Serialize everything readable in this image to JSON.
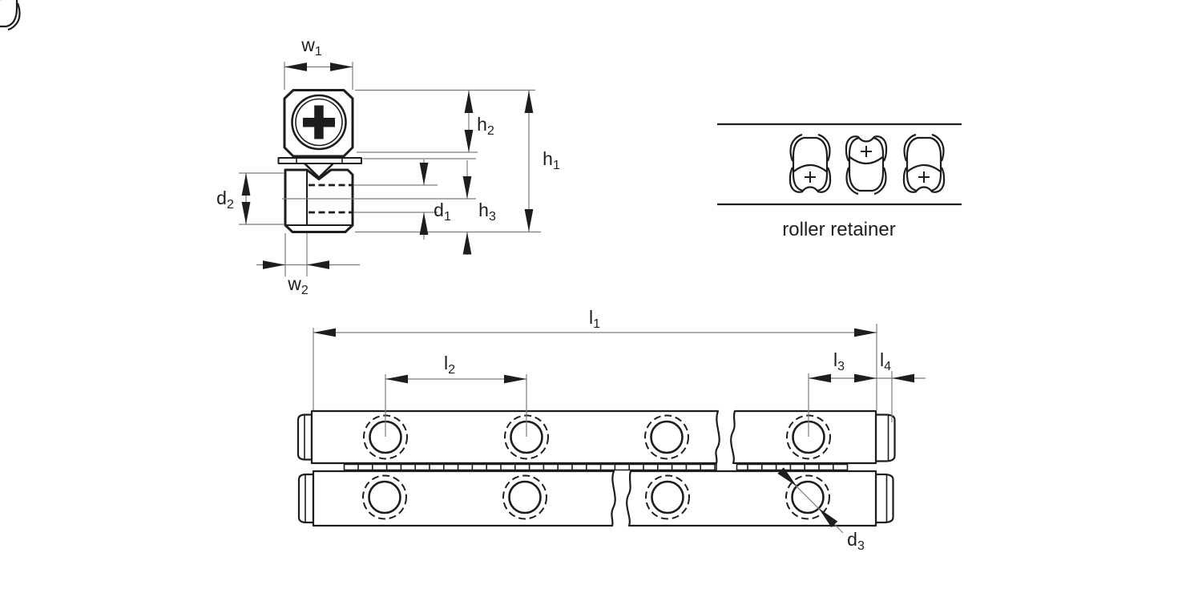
{
  "figure": {
    "type": "technical-drawing",
    "caption": "roller retainer",
    "colors": {
      "ink": "#1d1d1b",
      "dim_line": "#7d7d7d",
      "background": "#ffffff"
    },
    "dimension_labels": {
      "w1": {
        "base": "w",
        "sub": "1"
      },
      "w2": {
        "base": "w",
        "sub": "2"
      },
      "h1": {
        "base": "h",
        "sub": "1"
      },
      "h2": {
        "base": "h",
        "sub": "2"
      },
      "h3": {
        "base": "h",
        "sub": "3"
      },
      "d1": {
        "base": "d",
        "sub": "1"
      },
      "d2": {
        "base": "d",
        "sub": "2"
      },
      "d3": {
        "base": "d",
        "sub": "3"
      },
      "l1": {
        "base": "l",
        "sub": "1"
      },
      "l2": {
        "base": "l",
        "sub": "2"
      },
      "l3": {
        "base": "l",
        "sub": "3"
      },
      "l4": {
        "base": "l",
        "sub": "4"
      }
    }
  }
}
